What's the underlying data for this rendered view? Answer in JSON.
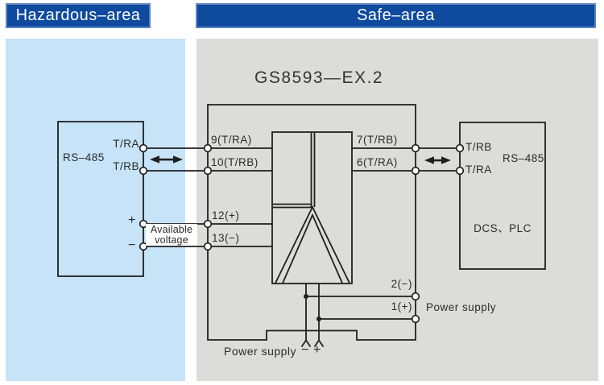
{
  "headers": {
    "hazardous": "Hazardous–area",
    "safe": "Safe–area"
  },
  "isolator": {
    "model": "GS8593—EX.2",
    "terminals": {
      "t9": "9(T/RA)",
      "t10": "10(T/RB)",
      "t12": "12(+)",
      "t13": "13(−)",
      "t7": "7(T/RB)",
      "t6": "6(T/RA)",
      "t2": "2(−)",
      "t1": "1(+)"
    },
    "power_supply_right_label": "Power supply",
    "power_supply_bottom": {
      "label": "Power supply",
      "minus": "−",
      "plus": "+"
    }
  },
  "left_device": {
    "protocol": "RS–485",
    "line_a": "T/RA",
    "line_b": "T/RB",
    "plus": "+",
    "minus": "−",
    "available_voltage_line1": "Available",
    "available_voltage_line2": "voltage"
  },
  "right_device": {
    "line_b": "T/RB",
    "line_a": "T/RA",
    "protocol": "RS–485",
    "name": "DCS、PLC"
  },
  "colors": {
    "header_blue": "#0e4a9e",
    "header_border": "#5d84bf",
    "hazardous_area_bg": "#c6e3f7",
    "safe_area_bg": "#dcdcda",
    "line_color": "#1f1f1f"
  }
}
